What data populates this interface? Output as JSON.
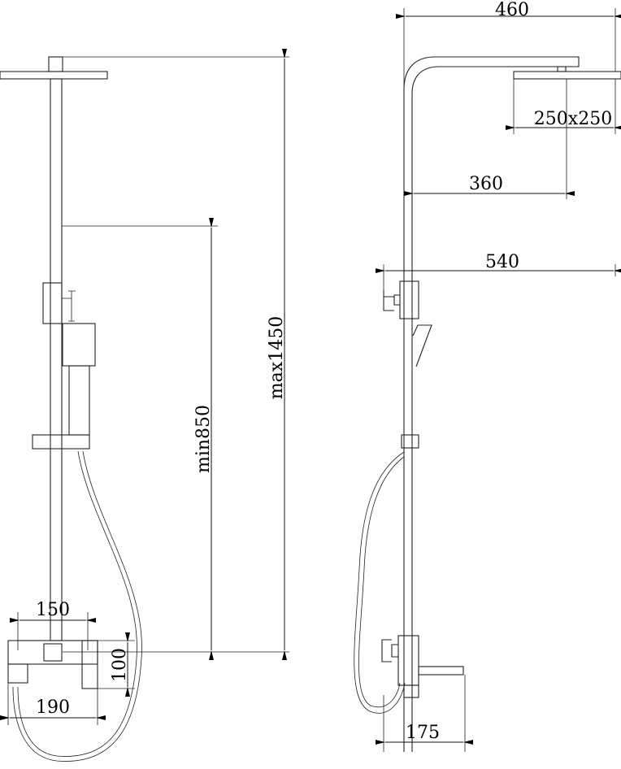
{
  "drawing": {
    "front_view": {
      "dimensions": {
        "max_height": "max1450",
        "min_height": "min850",
        "mixer_top_width": "150",
        "mixer_height": "100",
        "mixer_bottom_width": "190"
      }
    },
    "side_view": {
      "dimensions": {
        "total_reach": "460",
        "head_size": "250x250",
        "arm_reach": "360",
        "diverter_reach": "540",
        "spout_reach": "175"
      }
    }
  }
}
